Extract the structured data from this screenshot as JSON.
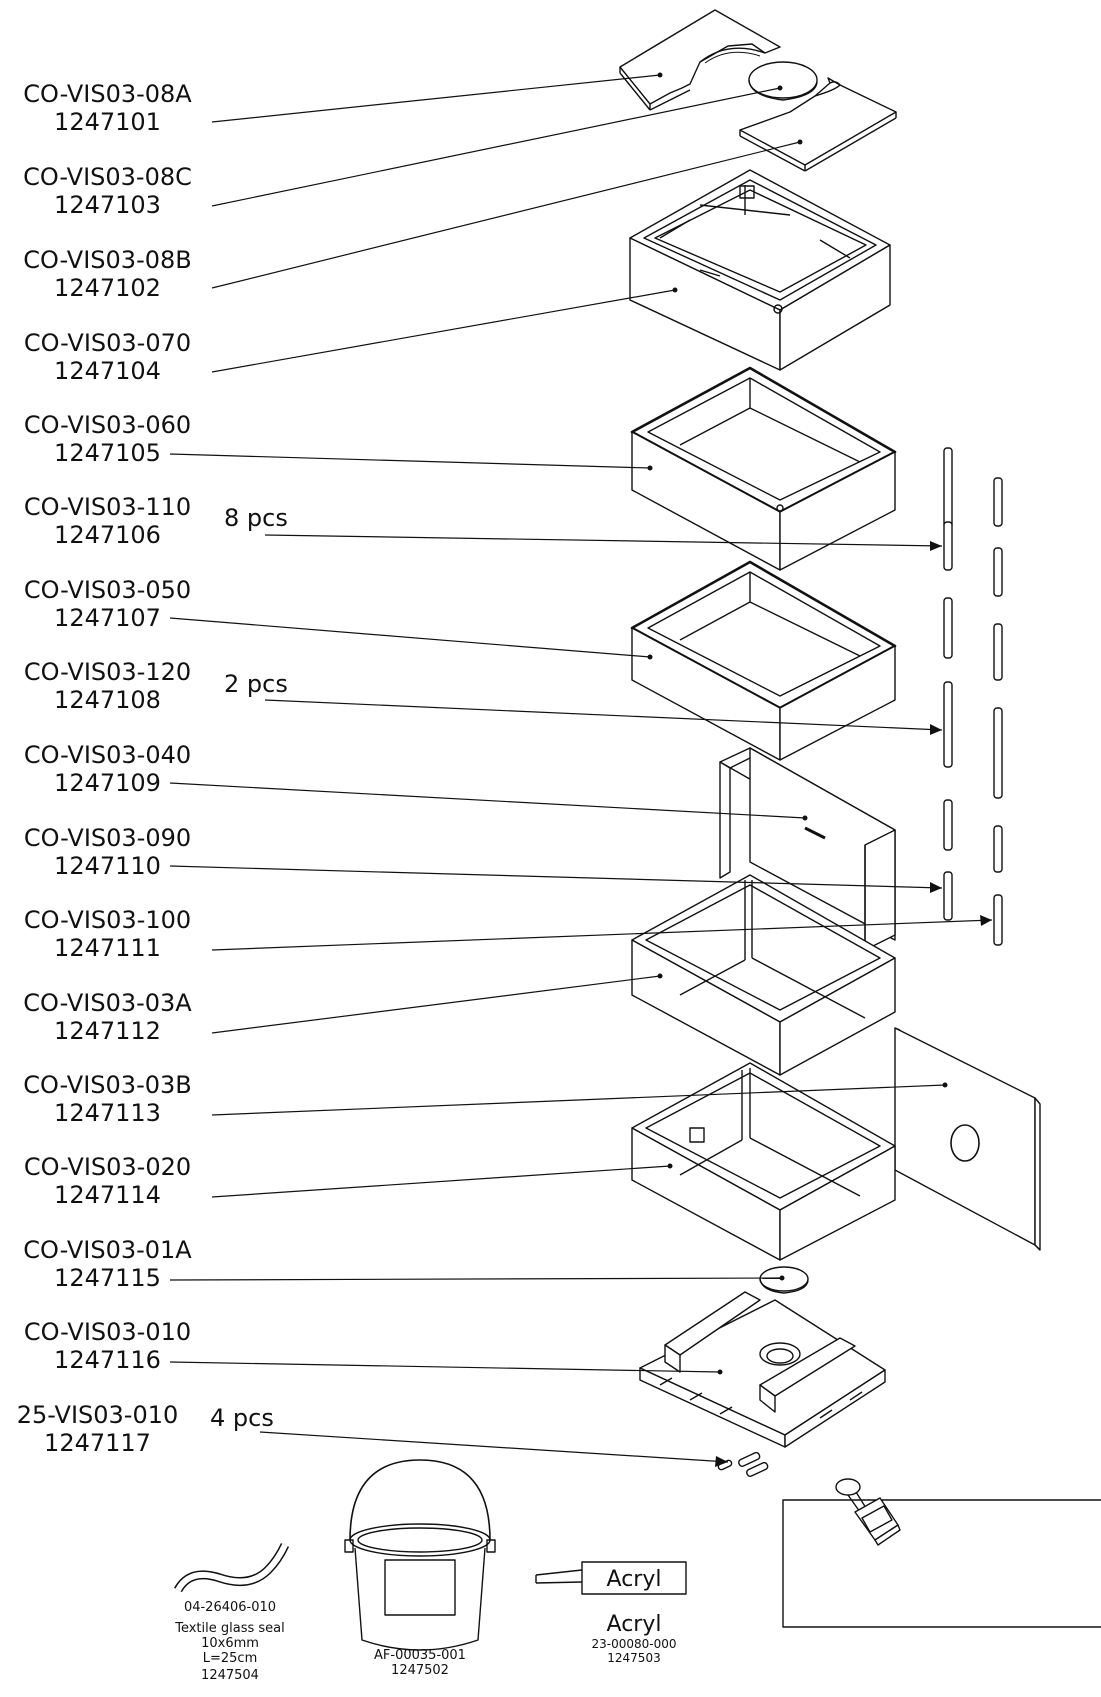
{
  "parts": [
    {
      "code": "CO-VIS03-08A",
      "number": "1247101"
    },
    {
      "code": "CO-VIS03-08C",
      "number": "1247103"
    },
    {
      "code": "CO-VIS03-08B",
      "number": "1247102"
    },
    {
      "code": "CO-VIS03-070",
      "number": "1247104"
    },
    {
      "code": "CO-VIS03-060",
      "number": "1247105"
    },
    {
      "code": "CO-VIS03-110",
      "number": "1247106",
      "qty": "8 pcs"
    },
    {
      "code": "CO-VIS03-050",
      "number": "1247107"
    },
    {
      "code": "CO-VIS03-120",
      "number": "1247108",
      "qty": "2 pcs"
    },
    {
      "code": "CO-VIS03-040",
      "number": "1247109"
    },
    {
      "code": "CO-VIS03-090",
      "number": "1247110"
    },
    {
      "code": "CO-VIS03-100",
      "number": "1247111"
    },
    {
      "code": "CO-VIS03-03A",
      "number": "1247112"
    },
    {
      "code": "CO-VIS03-03B",
      "number": "1247113"
    },
    {
      "code": "CO-VIS03-020",
      "number": "1247114"
    },
    {
      "code": "CO-VIS03-01A",
      "number": "1247115"
    },
    {
      "code": "CO-VIS03-010",
      "number": "1247116"
    },
    {
      "code": "25-VIS03-010",
      "number": "1247117",
      "qty": "4 pcs"
    }
  ],
  "accessories": {
    "seal": {
      "code": "04-26406-010",
      "name": "Textile glass seal",
      "size": "10x6mm",
      "length": "L=25cm",
      "number": "1247504"
    },
    "bucket": {
      "code": "AF-00035-001",
      "number": "1247502"
    },
    "acryl": {
      "tube_label": "Acryl",
      "name": "Acryl",
      "code": "23-00080-000",
      "number": "1247503"
    }
  }
}
